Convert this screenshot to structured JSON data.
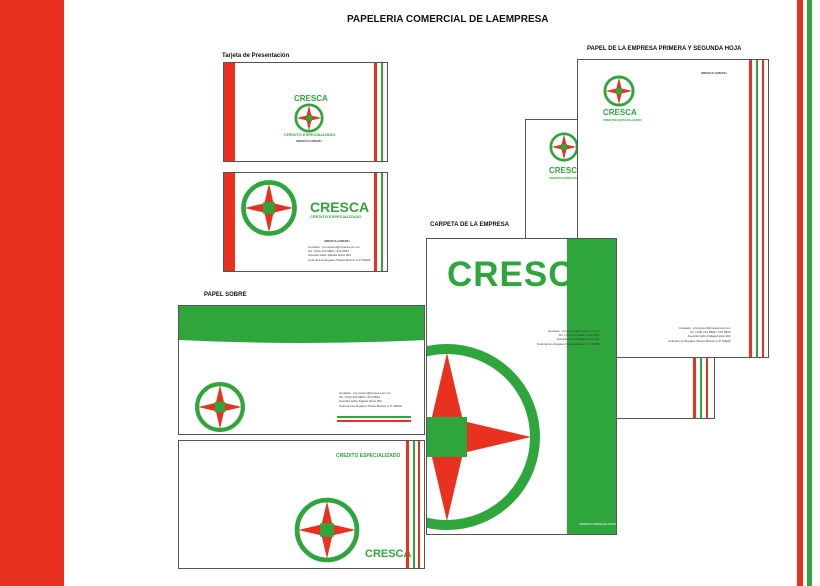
{
  "page_title": "PAPELERIA COMERCIAL DE LAEMPRESA",
  "sections": {
    "business_card": "Tarjeta de Presentación",
    "letterhead": "PAPEL DE  LA EMPRESA  PRIMERA Y SEGUNDA HOJA",
    "folder": "CARPETA DE LA EMPRESA",
    "envelope": "PAPEL SOBRE"
  },
  "brand": {
    "name": "CRESCA",
    "tagline": "CREDITO ESPECIALIZADO",
    "website": "CRESCA.COM.PH"
  },
  "contact": {
    "email": "Contacto : promocion@cresca.com.mx",
    "phone": "Tel. (722) 272 9604 / 272 9643",
    "address": "Avenida Isidro Fabela Norte 901",
    "city": "Colonia Los Angeles Toluca México C.P. 50020"
  },
  "colors": {
    "red": "#e8311f",
    "green": "#2fa63c"
  }
}
